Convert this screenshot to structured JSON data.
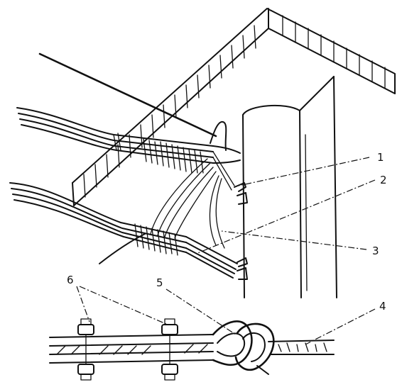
{
  "labels": [
    {
      "id": "1",
      "text": "1"
    },
    {
      "id": "2",
      "text": "2"
    },
    {
      "id": "3",
      "text": "3"
    },
    {
      "id": "4",
      "text": "4"
    },
    {
      "id": "5",
      "text": "5"
    },
    {
      "id": "6",
      "text": "6"
    }
  ]
}
